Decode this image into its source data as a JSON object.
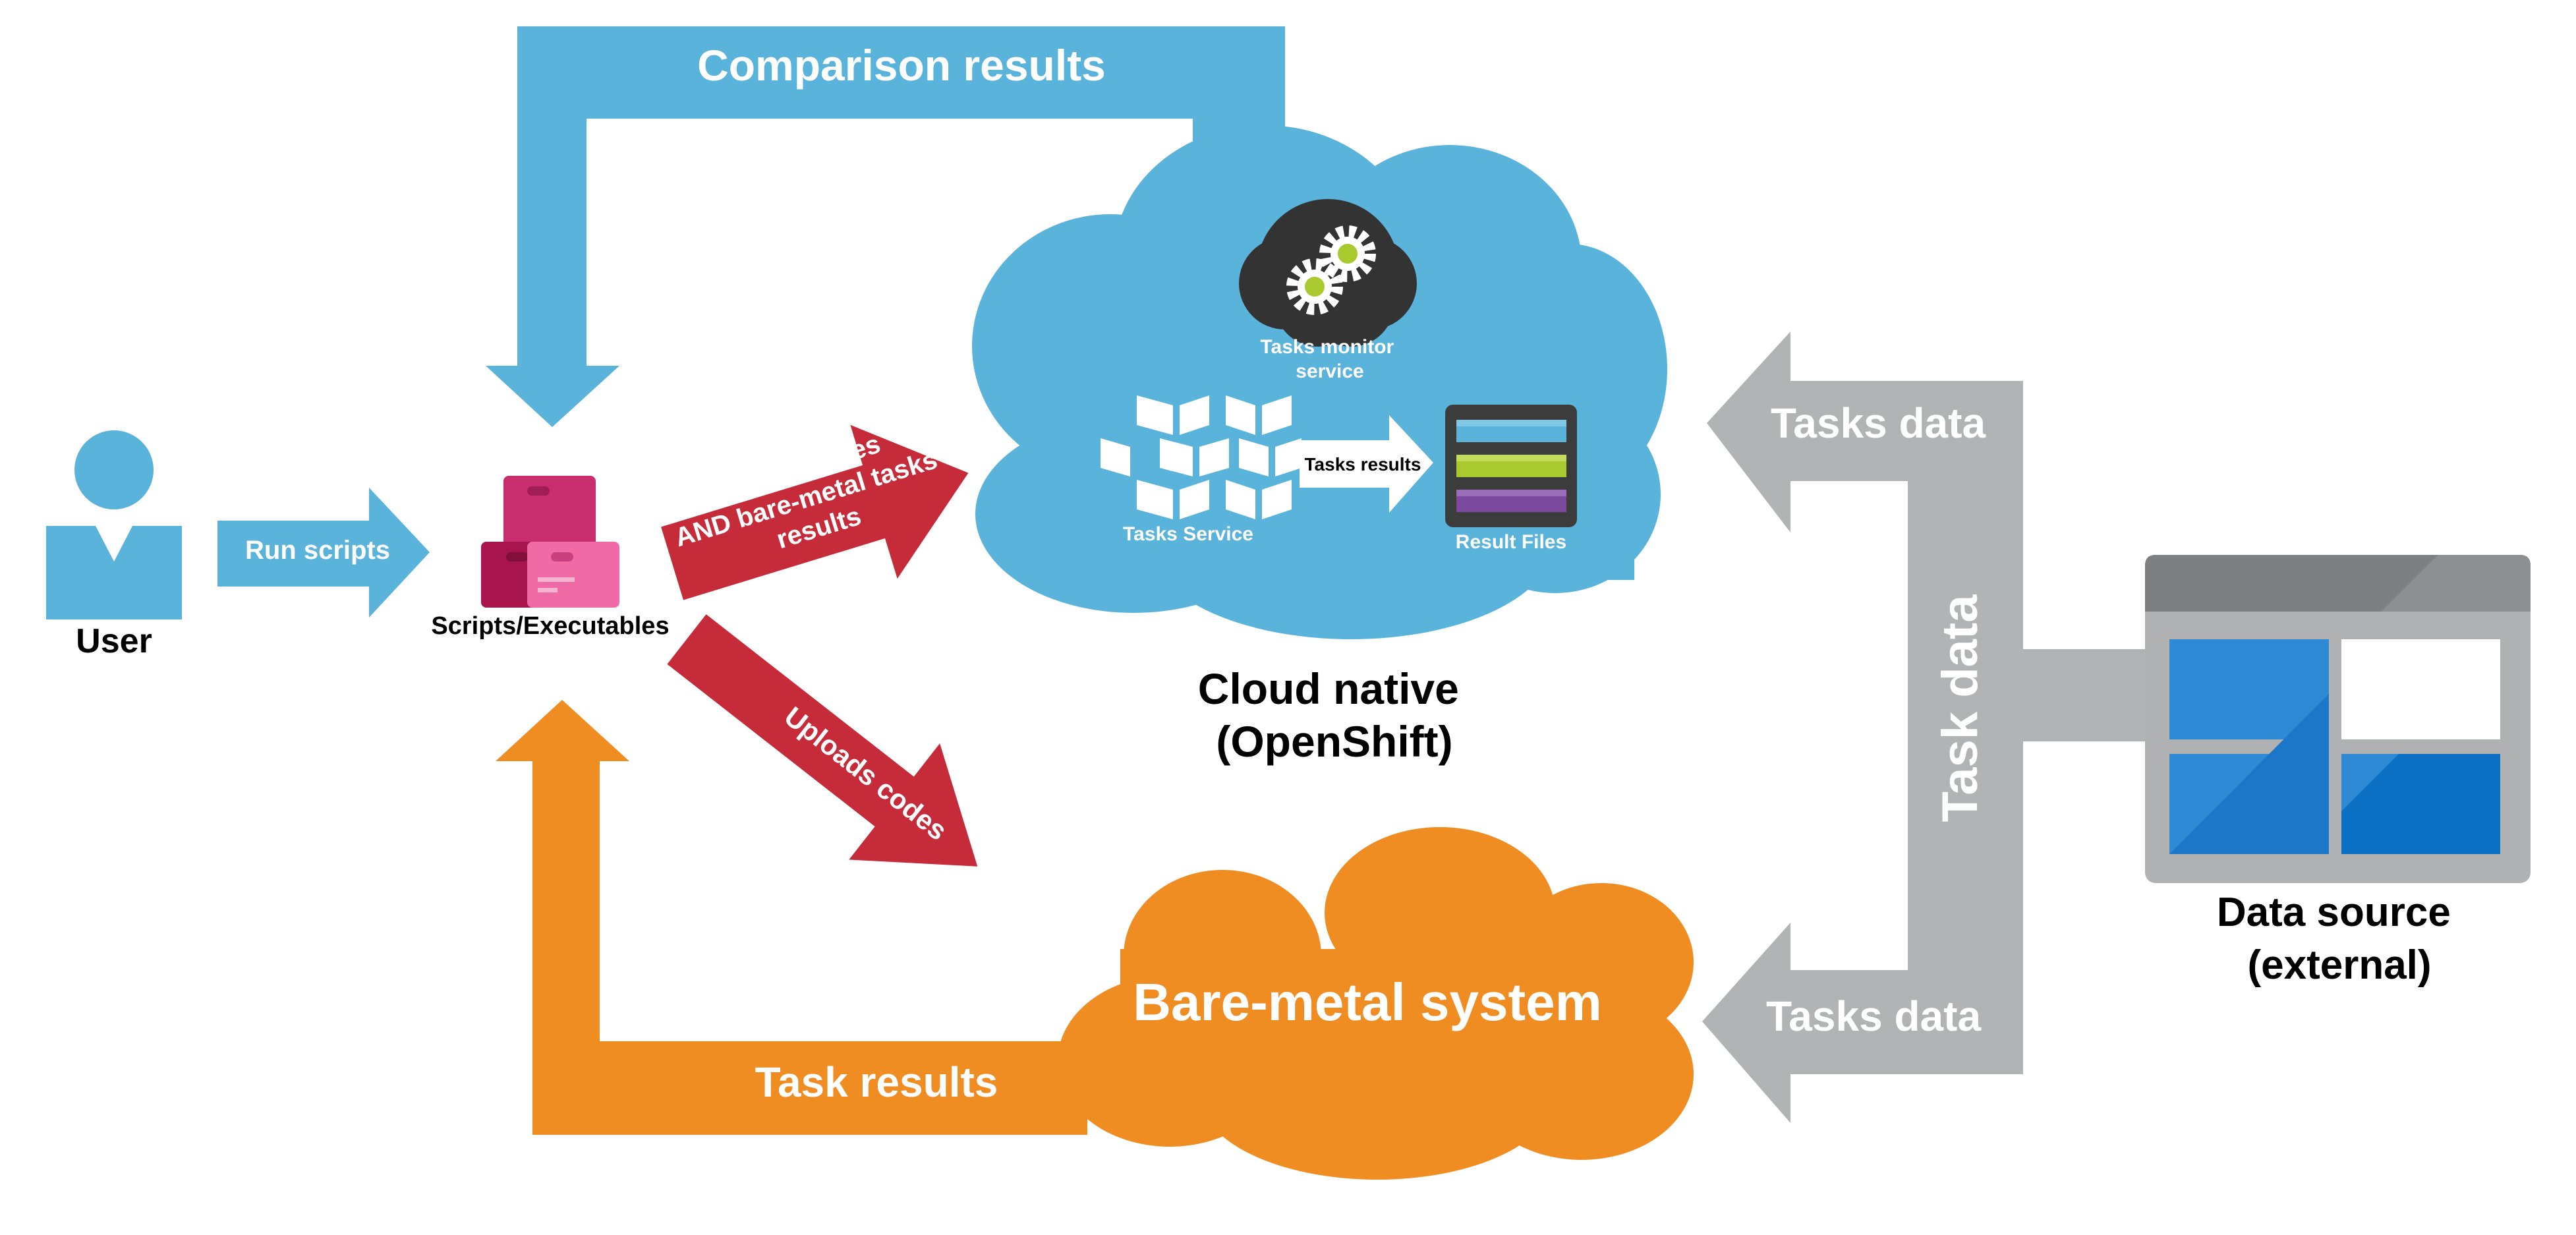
{
  "user": {
    "label": "User"
  },
  "scripts": {
    "label": "Scripts/Executables"
  },
  "arrows": {
    "run_scripts": "Run scripts",
    "comparison_results": "Comparison results",
    "upload_line1": "Upload codes",
    "upload_line2": "AND bare-metal tasks",
    "upload_line3": "results",
    "uploads_codes": "Uploads codes",
    "task_results": "Task results",
    "tasks_data_top": "Tasks data",
    "tasks_data_bottom": "Tasks data",
    "task_data_vertical": "Task data"
  },
  "cloud": {
    "monitor_line1": "Tasks monitor",
    "monitor_line2": "service",
    "tasks_service": "Tasks Service",
    "tasks_results": "Tasks results",
    "result_files": "Result Files",
    "caption_line1": "Cloud native",
    "caption_line2": "(OpenShift)"
  },
  "baremetal": {
    "label": "Bare-metal system"
  },
  "datasource": {
    "line1": "Data source",
    "line2": "(external)"
  },
  "colors": {
    "blue": "#5AB3DA",
    "red": "#C62B3A",
    "orange": "#EF8C22",
    "gray": "#B2B3B5",
    "dark": "#333333",
    "tile_blue": "#2E8AD4"
  },
  "icons": [
    "user-icon",
    "boxes-icon",
    "gears-icon",
    "containers-icon",
    "result-files-icon",
    "data-grid-icon"
  ]
}
